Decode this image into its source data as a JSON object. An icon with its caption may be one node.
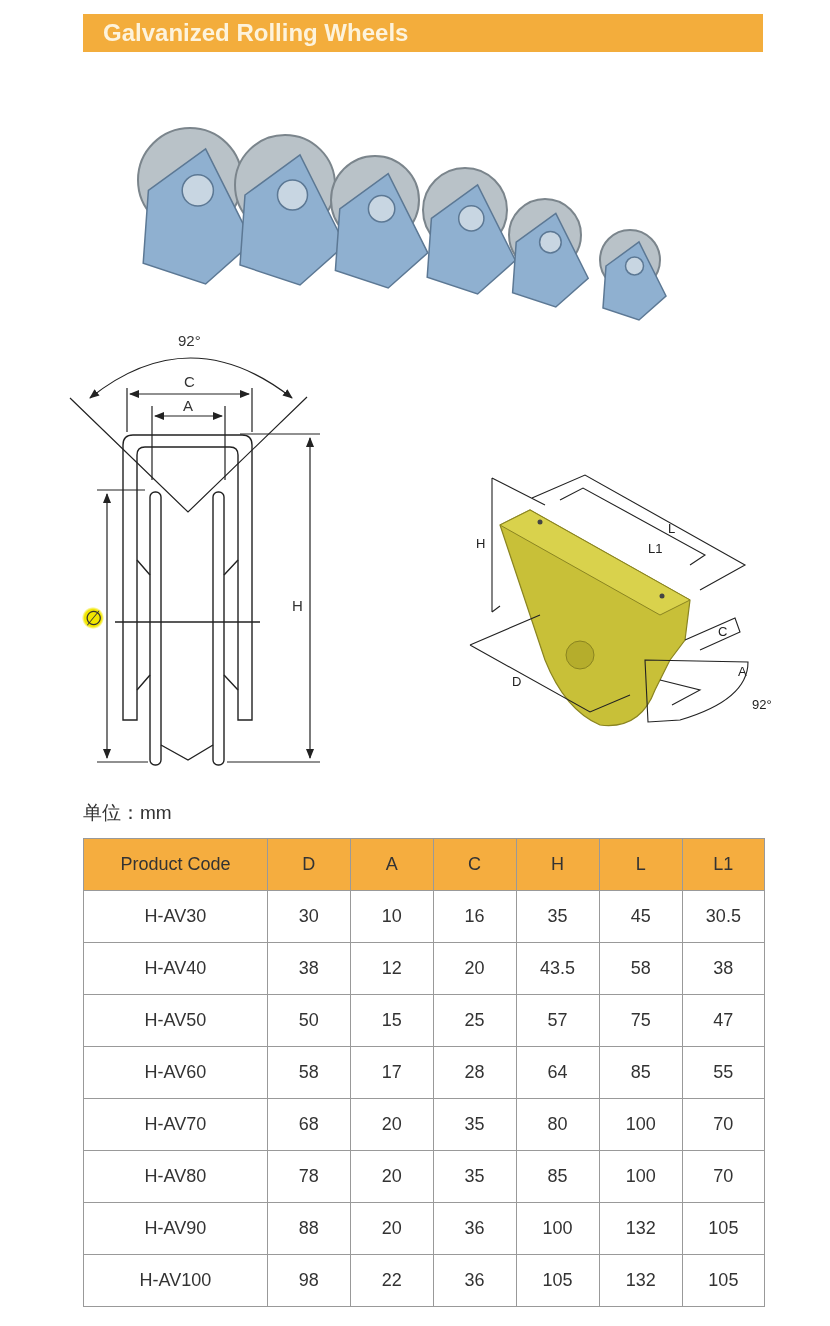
{
  "diagram": {
    "title": "Galvanized Rolling Wheels",
    "labels": [
      "92°",
      "C",
      "A",
      "∅",
      "H",
      "H",
      "L",
      "L1",
      "C",
      "D",
      "A",
      "92°",
      "单位：mm",
      "Product Code",
      "D",
      "A",
      "C",
      "H",
      "L",
      "L1",
      "H-AV30",
      "30",
      "10",
      "16",
      "35",
      "45",
      "30.5",
      "H-AV40",
      "38",
      "12",
      "20",
      "43.5",
      "58",
      "38",
      "H-AV50",
      "50",
      "15",
      "25",
      "57",
      "75",
      "47",
      "H-AV60",
      "58",
      "17",
      "28",
      "64",
      "85",
      "55",
      "H-AV70",
      "68",
      "20",
      "35",
      "80",
      "100",
      "70",
      "H-AV80",
      "78",
      "20",
      "35",
      "85",
      "100",
      "70",
      "H-AV90",
      "88",
      "20",
      "36",
      "100",
      "132",
      "105",
      "H-AV100",
      "98",
      "22",
      "36",
      "105",
      "132",
      "105"
    ]
  }
}
